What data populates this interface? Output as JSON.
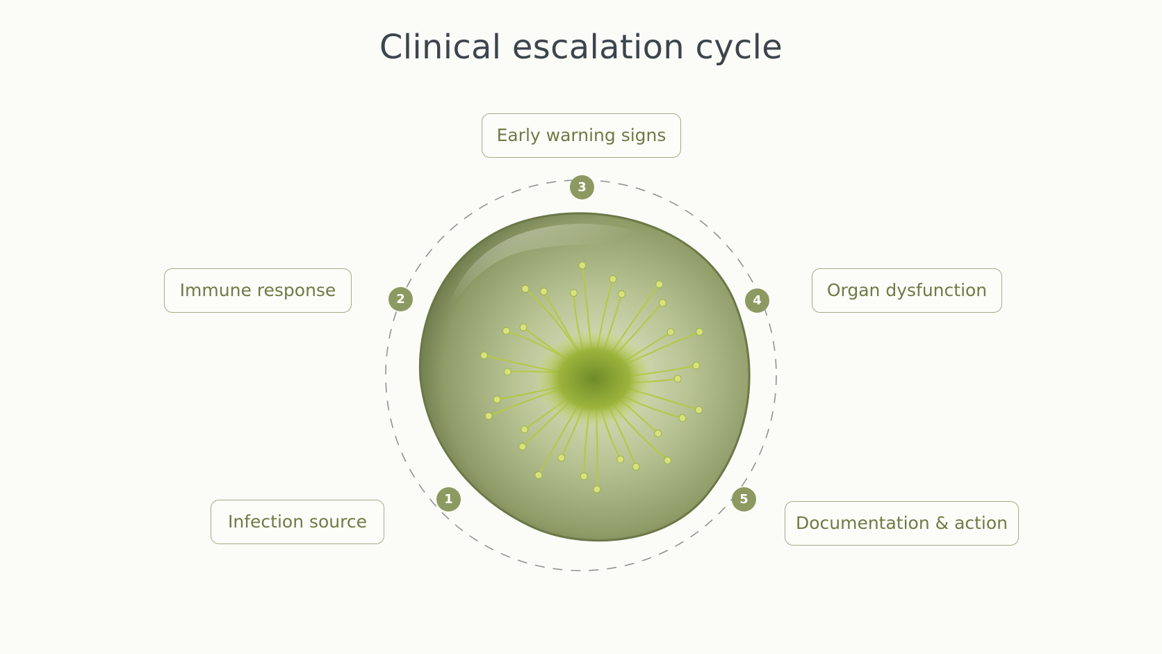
{
  "title": "Clinical escalation cycle",
  "steps": [
    {
      "number": "1",
      "label": "Infection source"
    },
    {
      "number": "2",
      "label": "Immune response"
    },
    {
      "number": "3",
      "label": "Early warning signs"
    },
    {
      "number": "4",
      "label": "Organ dysfunction"
    },
    {
      "number": "5",
      "label": "Documentation & action"
    }
  ],
  "colors": {
    "accent": "#8c9a62",
    "label_text": "#6f7a45",
    "label_border": "#a3ad86",
    "title": "#3c444c",
    "background": "#fbfbf8"
  },
  "center_image": "cell-microscopy-illustration"
}
